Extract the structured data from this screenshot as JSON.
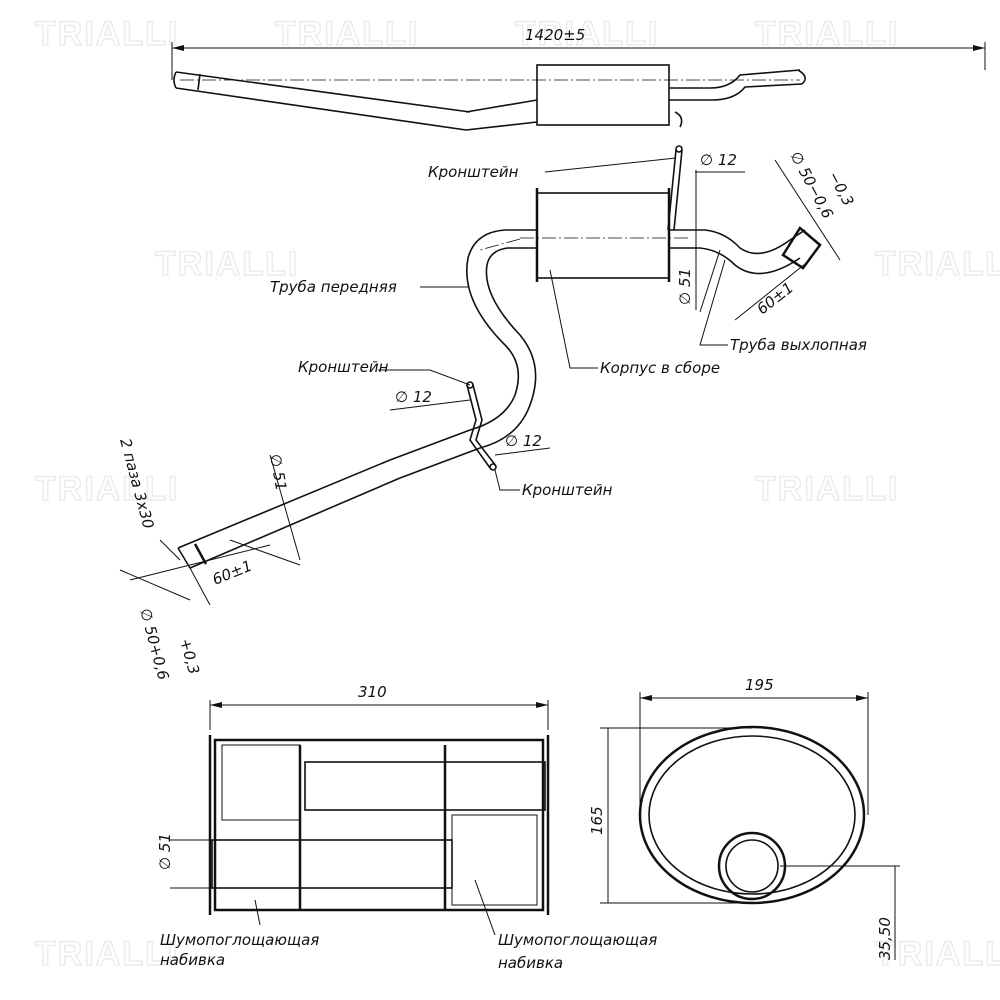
{
  "watermark": "TRIALLI",
  "overall_length": "1420±5",
  "labels": {
    "bracket_top": "Кронштейн",
    "bracket_mid": "Кронштейн",
    "bracket_low": "Кронштейн",
    "front_pipe": "Труба передняя",
    "exhaust_pipe": "Труба выхлопная",
    "body_assembly": "Корпус в сборе",
    "slots": "2 паза 3x30",
    "absorber_left_1": "Шумопоглощающая",
    "absorber_left_2": "набивка",
    "absorber_right_1": "Шумопоглощающая",
    "absorber_right_2": "набивка"
  },
  "dims": {
    "d12_top": "∅ 12",
    "d12_mid": "∅ 12",
    "d12_low": "∅ 12",
    "d50_rear": "∅ 50−0,6",
    "d50_rear_tol": "−0,3",
    "d51_rear": "∅ 51",
    "len60_rear": "60±1",
    "d51_front": "∅ 51",
    "len60_front": "60±1",
    "d50_front": "∅ 50+0,6",
    "d50_front_tol": "+0,3",
    "muffler_length": "310",
    "muffler_width": "195",
    "muffler_height": "165",
    "outlet_offset": "35,50",
    "d51_section": "∅ 51"
  }
}
